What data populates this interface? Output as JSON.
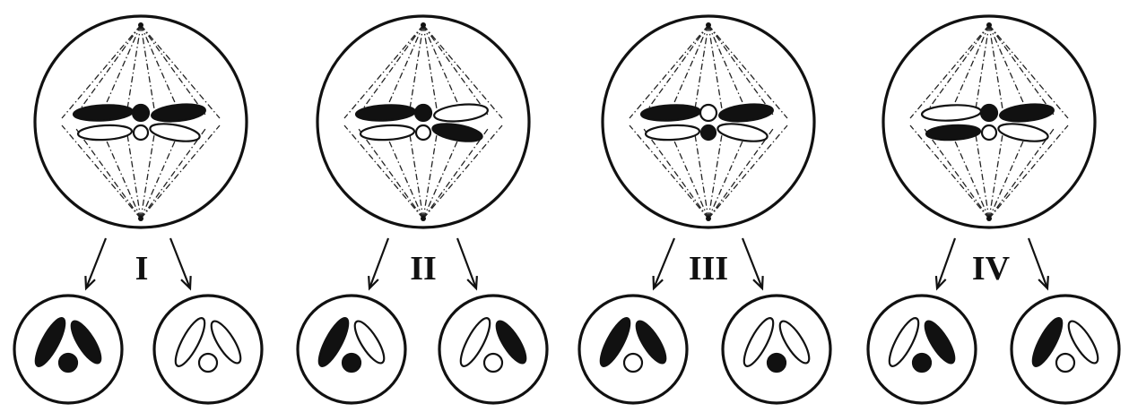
{
  "figure": {
    "panels": [
      {
        "label": "I",
        "mother": {
          "upper_left": "black",
          "upper_right": "black",
          "lower_left": "white",
          "lower_right": "white",
          "top_centromere": "black",
          "bottom_centromere": "white"
        },
        "daughters": [
          {
            "rod": "black",
            "bean": "black",
            "centromere": "black"
          },
          {
            "rod": "white",
            "bean": "white",
            "centromere": "white"
          }
        ]
      },
      {
        "label": "II",
        "mother": {
          "upper_left": "black",
          "upper_right": "white",
          "lower_left": "white",
          "lower_right": "black",
          "top_centromere": "black",
          "bottom_centromere": "white"
        },
        "daughters": [
          {
            "rod": "black",
            "bean": "white",
            "centromere": "black"
          },
          {
            "rod": "white",
            "bean": "black",
            "centromere": "white"
          }
        ]
      },
      {
        "label": "III",
        "mother": {
          "upper_left": "black",
          "upper_right": "black",
          "lower_left": "white",
          "lower_right": "white",
          "top_centromere": "white",
          "bottom_centromere": "black"
        },
        "daughters": [
          {
            "rod": "black",
            "bean": "black",
            "centromere": "white"
          },
          {
            "rod": "white",
            "bean": "white",
            "centromere": "black"
          }
        ]
      },
      {
        "label": "IV",
        "mother": {
          "upper_left": "white",
          "upper_right": "black",
          "lower_left": "black",
          "lower_right": "white",
          "top_centromere": "black",
          "bottom_centromere": "white"
        },
        "daughters": [
          {
            "rod": "white",
            "bean": "black",
            "centromere": "black"
          },
          {
            "rod": "black",
            "bean": "white",
            "centromere": "white"
          }
        ]
      }
    ]
  }
}
